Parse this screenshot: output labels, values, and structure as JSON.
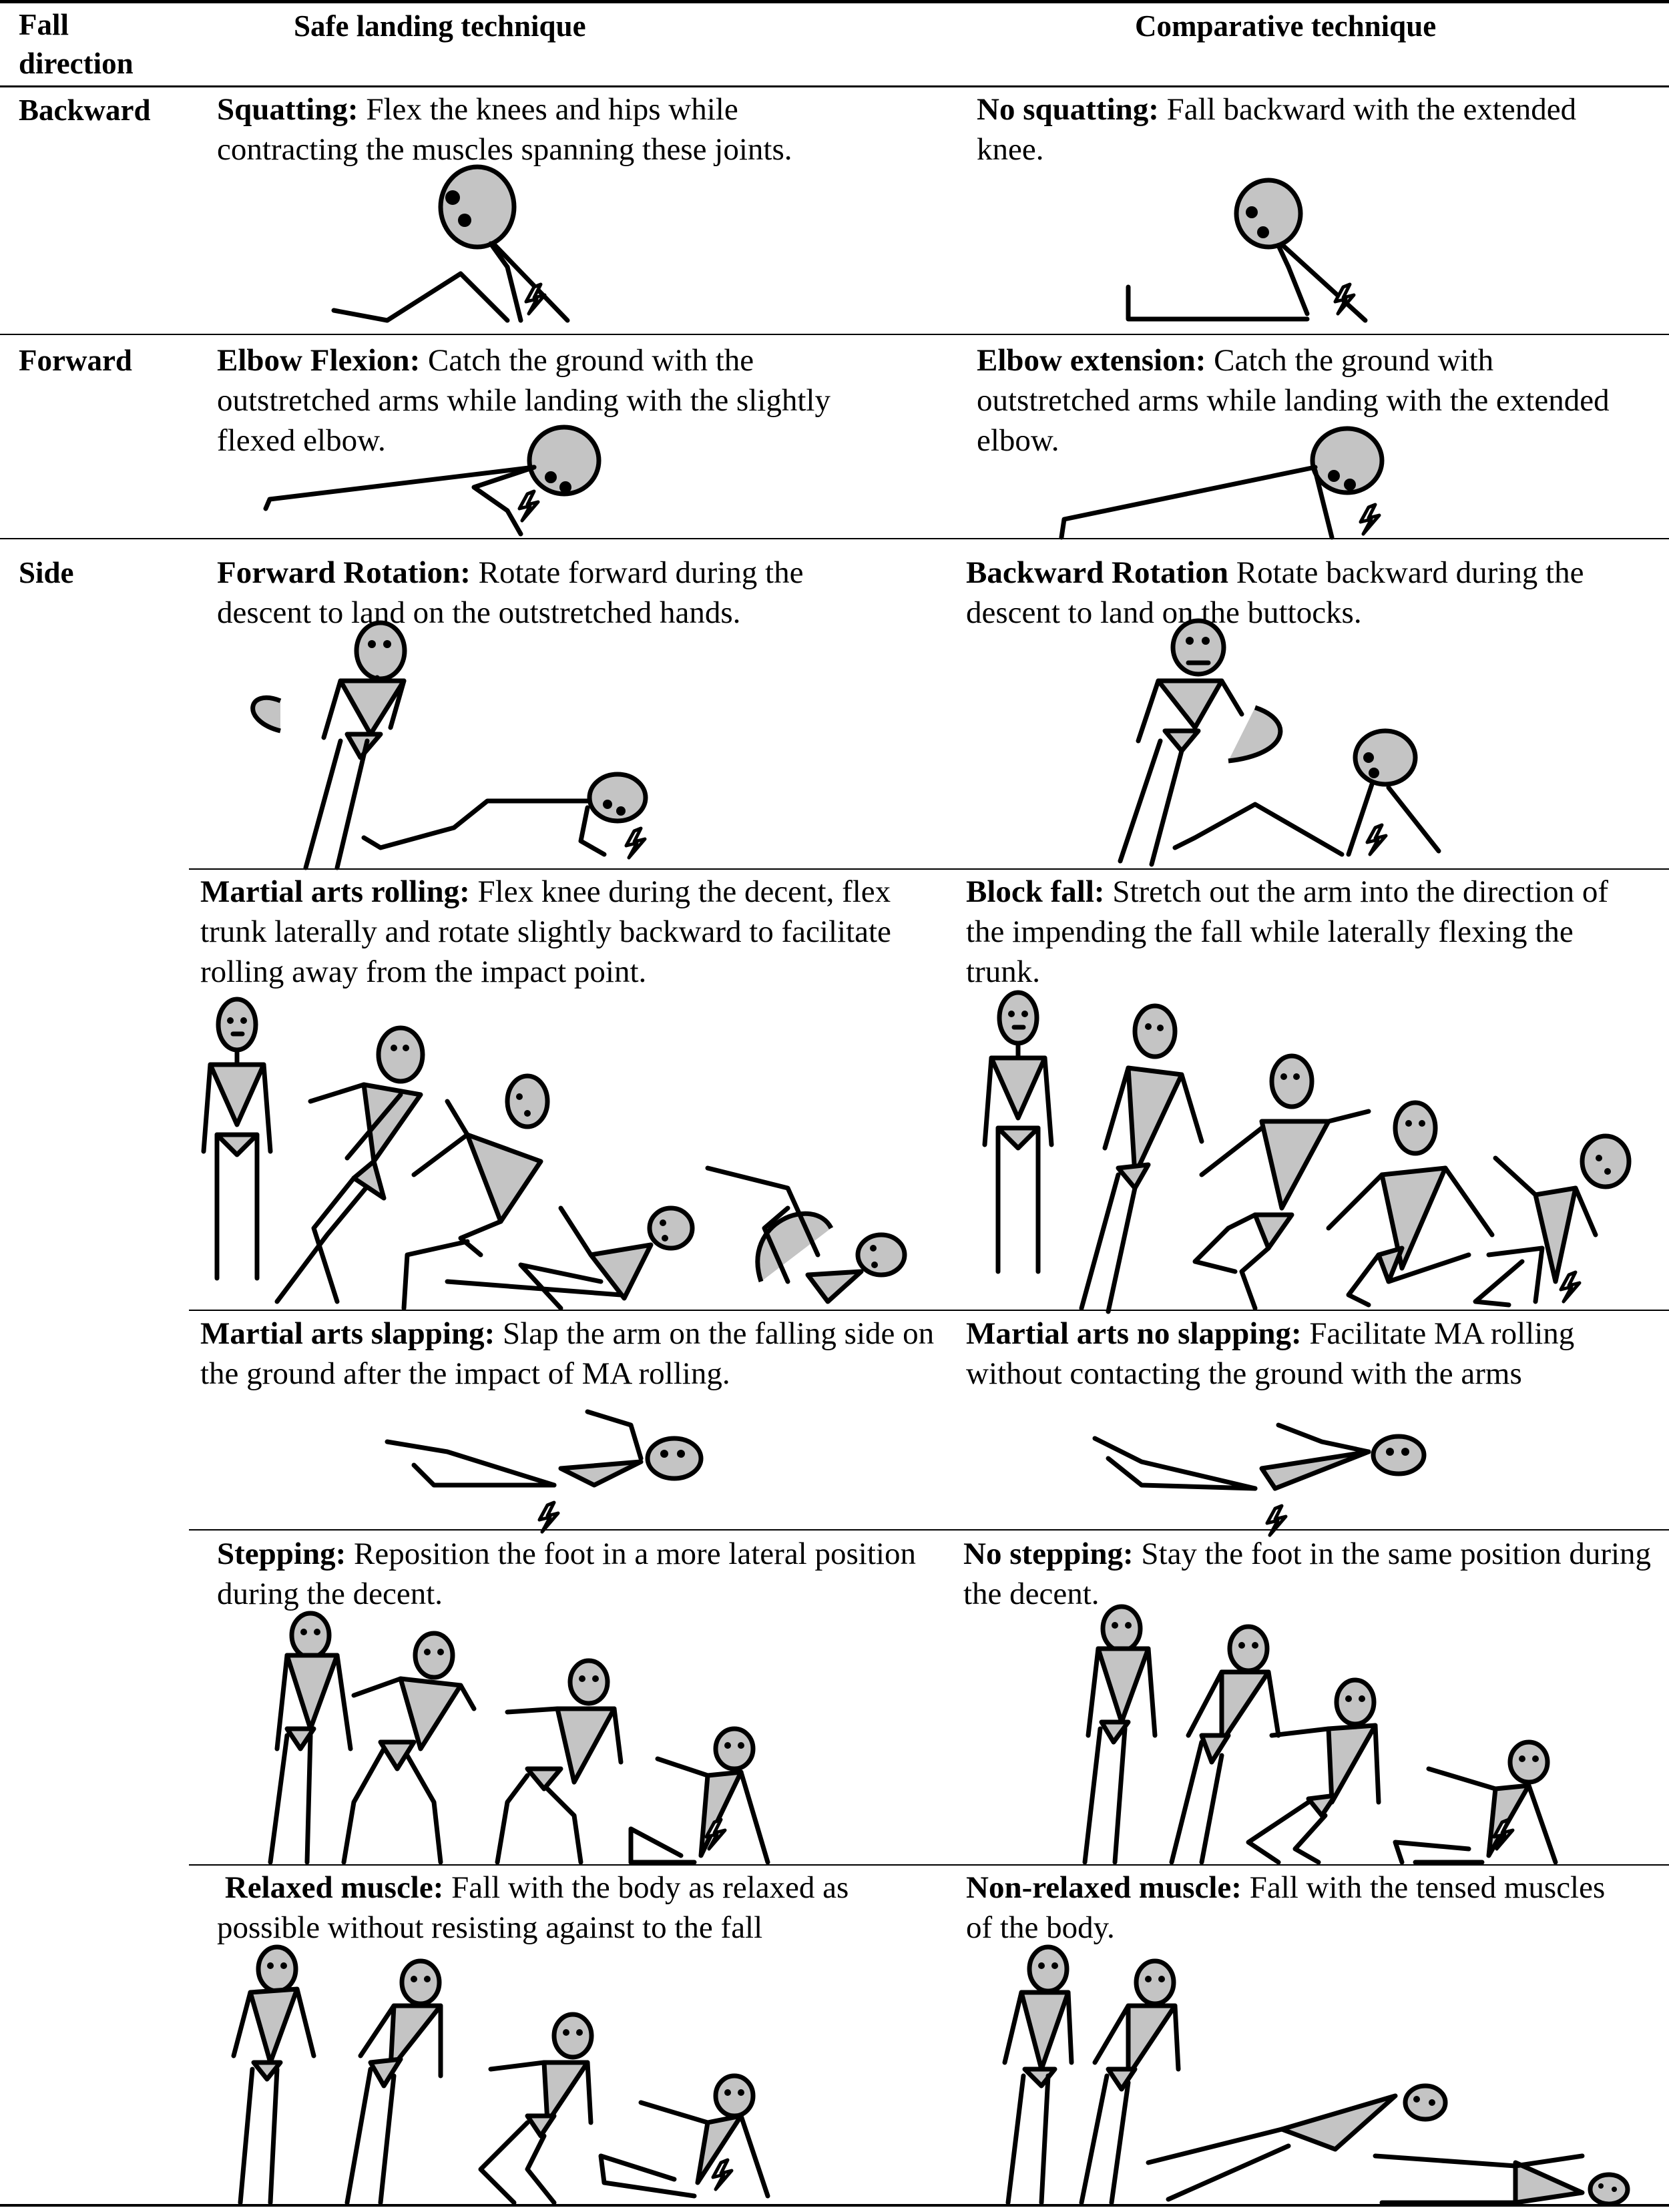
{
  "headers": {
    "fall_direction": "Fall direction",
    "safe": "Safe landing technique",
    "comparative": "Comparative technique"
  },
  "directions": {
    "backward": "Backward",
    "forward": "Forward",
    "side": "Side"
  },
  "rows": [
    {
      "safe_title": "Squatting:",
      "safe_desc": " Flex the knees and hips while contracting the muscles spanning these joints.",
      "comp_title": "No squatting:",
      "comp_desc": " Fall backward with the extended knee."
    },
    {
      "safe_title": "Elbow Flexion:",
      "safe_desc": " Catch the ground with the outstretched arms while landing with the slightly flexed elbow.",
      "comp_title": "Elbow extension:",
      "comp_desc": " Catch the ground with outstretched arms while landing with the extended elbow."
    },
    {
      "safe_title": "Forward Rotation:",
      "safe_desc": " Rotate forward during the descent to land on the outstretched hands.",
      "comp_title": "Backward Rotation",
      "comp_desc": " Rotate backward during the descent to land on the buttocks."
    },
    {
      "safe_title": "Martial arts rolling:",
      "safe_desc": " Flex knee during the decent, flex trunk laterally and rotate slightly backward to facilitate rolling away from the impact point.",
      "comp_title": "Block fall:",
      "comp_desc": " Stretch out the arm into the direction of the impending the fall while laterally flexing the trunk."
    },
    {
      "safe_title": "Martial arts slapping:",
      "safe_desc": " Slap the arm on the falling side on the ground after the impact of MA rolling.",
      "comp_title": "Martial arts no slapping:",
      "comp_desc": " Facilitate MA rolling without contacting the ground with the arms"
    },
    {
      "safe_title": "Stepping:",
      "safe_desc": " Reposition the foot in a more lateral position during the decent.",
      "comp_title": "No stepping:",
      "comp_desc": " Stay the foot in the same position during the decent."
    },
    {
      "safe_title": "Relaxed muscle:",
      "safe_desc": " Fall with the body as relaxed as possible without resisting against to the fall",
      "comp_title": "Non-relaxed muscle:",
      "comp_desc": " Fall with the tensed muscles of the body."
    }
  ]
}
